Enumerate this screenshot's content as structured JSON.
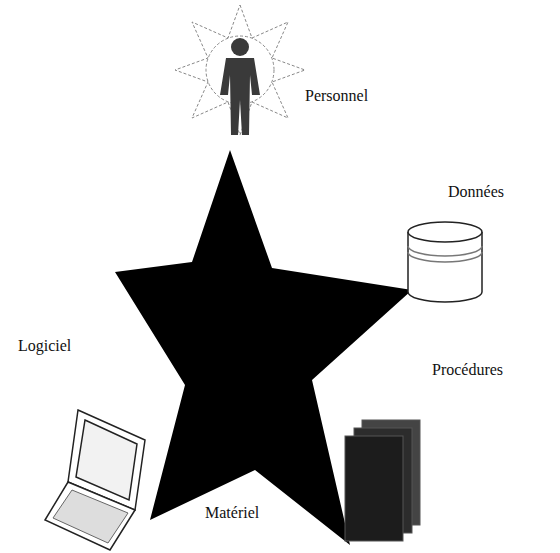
{
  "diagram": {
    "labels": [
      "Personnel",
      "Données",
      "Logiciel",
      "Procédures",
      "Matériel"
    ]
  }
}
